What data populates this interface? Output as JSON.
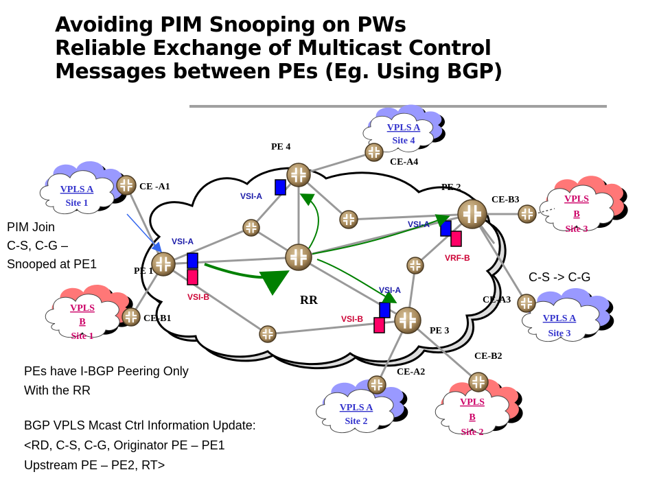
{
  "title": {
    "line1": "Avoiding PIM Snooping on PWs",
    "line2": "Reliable Exchange of Multicast Control",
    "line3": "Messages between PEs (Eg. Using BGP)"
  },
  "colors": {
    "vpls_a": "#3333cc",
    "vpls_b": "#cc0066",
    "vsi_label": "#1a1aa8",
    "vrf_label": "#cc0033",
    "arrow_green": "#008000",
    "arrow_blue": "#3366ee",
    "cloud_blue_back": "#9999ff",
    "cloud_red_back": "#ff7777",
    "link_gray": "#999999",
    "router": "#a88a5c"
  },
  "sites": {
    "vpls_a_site1": {
      "name": "VPLS A",
      "site": "Site 1"
    },
    "vpls_b_site1": {
      "name1": "VPLS",
      "name2": "B",
      "site": "Site 1"
    },
    "vpls_a_site4": {
      "name": "VPLS A",
      "site": "Site 4"
    },
    "vpls_b_site3": {
      "name1": "VPLS",
      "name2": "B",
      "site": "Site 3"
    },
    "vpls_a_site3": {
      "name": "VPLS A",
      "site": "Site 3"
    },
    "vpls_a_site2": {
      "name": "VPLS A",
      "site": "Site 2"
    },
    "vpls_b_site2": {
      "name1": "VPLS",
      "name2": "B",
      "site": "Site 2"
    }
  },
  "nodes": {
    "pe1": "PE 1",
    "pe2": "PE 2",
    "pe3": "PE 3",
    "pe4": "PE 4",
    "rr": "RR",
    "ce_a1": "CE -A1",
    "ce_b1": "CE-B1",
    "ce_a4": "CE-A4",
    "ce_b3": "CE-B3",
    "ce_a3": "CE-A3",
    "ce_b2": "CE-B2",
    "ce_a2": "CE-A2"
  },
  "instances": {
    "pe1_vsi_a": "VSI-A",
    "pe1_vsi_b": "VSI-B",
    "pe4_vsi_a": "VSI-A",
    "pe2_vsi_a": "VSI-A",
    "pe2_vrf_b": "VRF-B",
    "pe3_vsi_a": "VSI-A",
    "pe3_vsi_b": "VSI-B"
  },
  "notes": {
    "pim_join_1": "PIM Join",
    "pim_join_2": "C-S, C-G –",
    "pim_join_3": "Snooped at PE1",
    "cs_cg": "C-S -> C-G",
    "ibgp_1": "PEs have I-BGP Peering Only",
    "ibgp_2": "With the RR",
    "update_1": "BGP VPLS Mcast Ctrl Information Update:",
    "update_2": "<RD, C-S, C-G, Originator PE – PE1",
    "update_3": "Upstream PE – PE2, RT>"
  }
}
